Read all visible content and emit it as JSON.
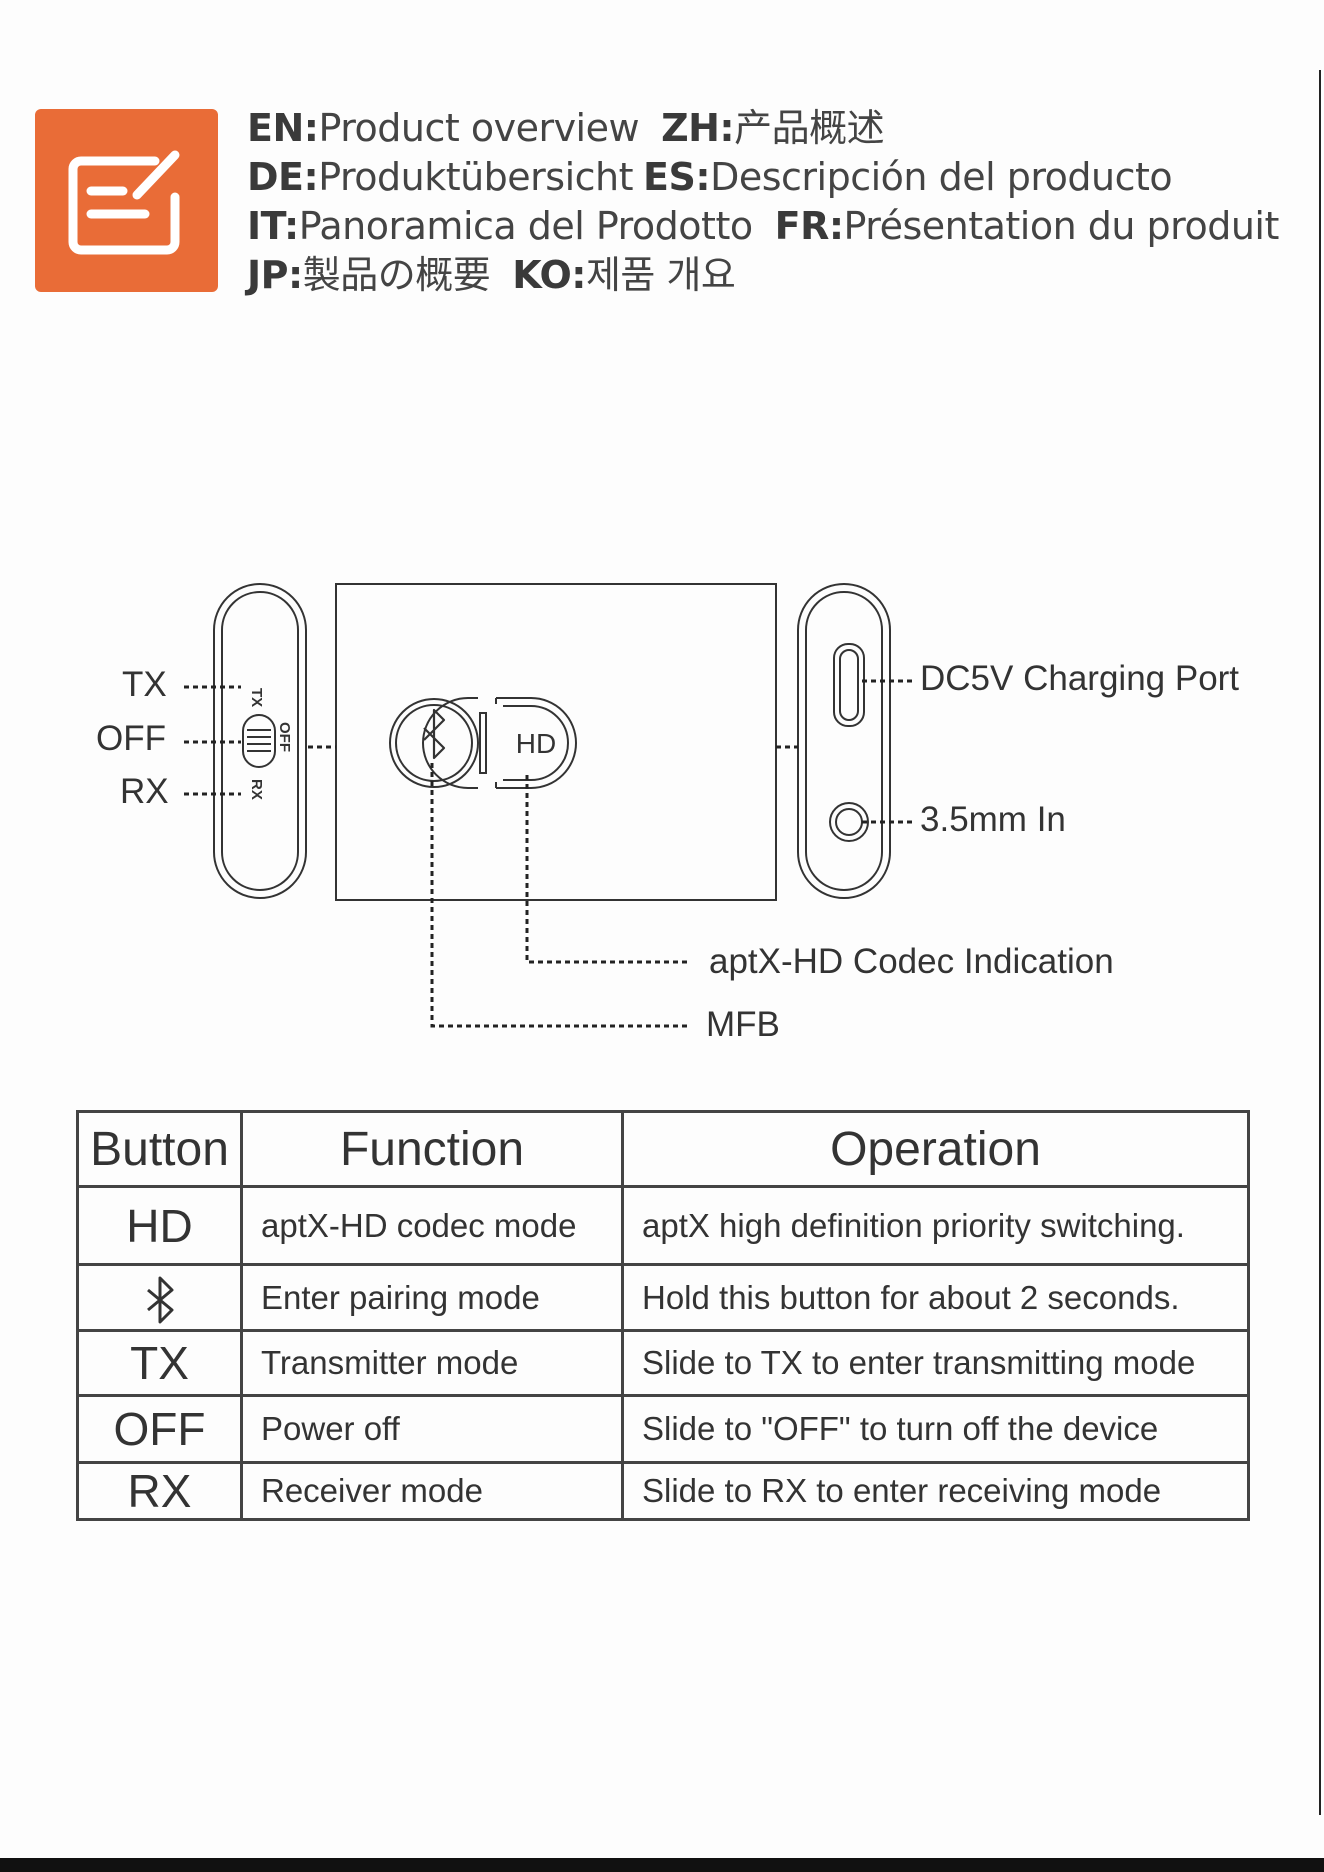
{
  "header": {
    "icon": "document-edit-icon",
    "icon_color": "#e96c37",
    "languages": [
      [
        {
          "code": "EN:",
          "text": "Product overview"
        },
        {
          "code": "ZH:",
          "text": "产品概述"
        }
      ],
      [
        {
          "code": "DE:",
          "text": "Produktübersicht"
        },
        {
          "code": "ES:",
          "text": "Descripción del producto"
        }
      ],
      [
        {
          "code": "IT:",
          "text": "Panoramica del Prodotto"
        },
        {
          "code": "FR:",
          "text": "Présentation du produit"
        }
      ],
      [
        {
          "code": "JP:",
          "text": "製品の概要"
        },
        {
          "code": "KO:",
          "text": "제품 개요"
        }
      ]
    ]
  },
  "diagram": {
    "switch_labels": {
      "tx": "TX",
      "off": "OFF",
      "rx": "RX"
    },
    "switch_engraving": {
      "tx": "TX",
      "off": "OFF",
      "rx": "RX"
    },
    "hd_button": "HD",
    "bluetooth_icon": "bluetooth-icon",
    "callouts": {
      "charging_port": "DC5V Charging Port",
      "audio_in": "3.5mm In",
      "codec": "aptX-HD Codec Indication",
      "mfb": "MFB"
    }
  },
  "table": {
    "headers": [
      "Button",
      "Function",
      "Operation"
    ],
    "rows": [
      {
        "button": "HD",
        "function": "aptX-HD codec mode",
        "operation": "aptX high definition priority switching."
      },
      {
        "button": "",
        "button_icon": "bluetooth-icon",
        "function": "Enter pairing mode",
        "operation": "Hold this button for about 2 seconds."
      },
      {
        "button": "TX",
        "function": "Transmitter mode",
        "operation": "Slide to TX to enter transmitting mode"
      },
      {
        "button": "OFF",
        "function": "Power off",
        "operation": "Slide to \"OFF\" to turn off the device"
      },
      {
        "button": "RX",
        "function": "Receiver mode",
        "operation": "Slide to RX to enter receiving mode"
      }
    ]
  }
}
